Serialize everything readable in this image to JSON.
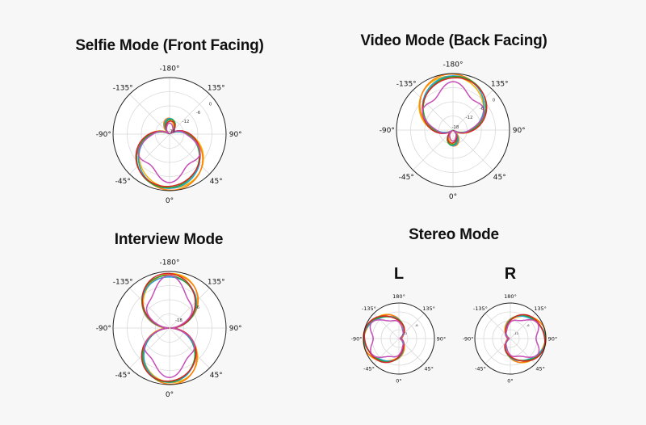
{
  "titles": {
    "selfie": "Selfie Mode (Front Facing)",
    "video": "Video Mode (Back Facing)",
    "interview": "Interview Mode",
    "stereo": "Stereo Mode",
    "stereo_left": "L",
    "stereo_right": "R"
  },
  "colors": {
    "background": "#f7f7f7",
    "series": [
      "#f0b400",
      "#ff7f0e",
      "#1fa3d8",
      "#2ca02c",
      "#d62728",
      "#c74fb8"
    ]
  },
  "chart_data": [
    {
      "id": "selfie",
      "type": "polar",
      "title": "Selfie Mode (Front Facing)",
      "angle_ticks": [
        "-180°",
        "135°",
        "90°",
        "45°",
        "0°",
        "-45°",
        "-90°",
        "-135°"
      ],
      "radial_ticks": [
        "-18",
        "-12",
        "-6",
        "0"
      ],
      "r_range_db": [
        -24,
        0
      ],
      "pattern": "supercardioid_front",
      "series_count": 6
    },
    {
      "id": "video",
      "type": "polar",
      "title": "Video Mode (Back Facing)",
      "angle_ticks": [
        "-180°",
        "135°",
        "90°",
        "45°",
        "0°",
        "-45°",
        "-90°",
        "-135°"
      ],
      "radial_ticks": [
        "-18",
        "-12",
        "-6",
        "0"
      ],
      "r_range_db": [
        -24,
        0
      ],
      "pattern": "supercardioid_back",
      "series_count": 6
    },
    {
      "id": "interview",
      "type": "polar",
      "title": "Interview Mode",
      "angle_ticks": [
        "-180°",
        "135°",
        "90°",
        "45°",
        "0°",
        "-45°",
        "-90°",
        "-135°"
      ],
      "radial_ticks": [
        "-18",
        "-6"
      ],
      "r_range_db": [
        -24,
        0
      ],
      "pattern": "figure_eight",
      "series_count": 6
    },
    {
      "id": "stereo_l",
      "type": "polar",
      "title": "L",
      "angle_ticks": [
        "180°",
        "135°",
        "90°",
        "45°",
        "0°",
        "-45°",
        "-90°",
        "-135°"
      ],
      "radial_ticks": [
        "-12",
        "-6"
      ],
      "r_range_db": [
        -24,
        0
      ],
      "pattern": "cardioid_left",
      "series_count": 6
    },
    {
      "id": "stereo_r",
      "type": "polar",
      "title": "R",
      "angle_ticks": [
        "180°",
        "135°",
        "90°",
        "45°",
        "0°",
        "-45°",
        "-90°",
        "-135°"
      ],
      "radial_ticks": [
        "-12",
        "-6"
      ],
      "r_range_db": [
        -24,
        0
      ],
      "pattern": "cardioid_right",
      "series_count": 6
    }
  ]
}
